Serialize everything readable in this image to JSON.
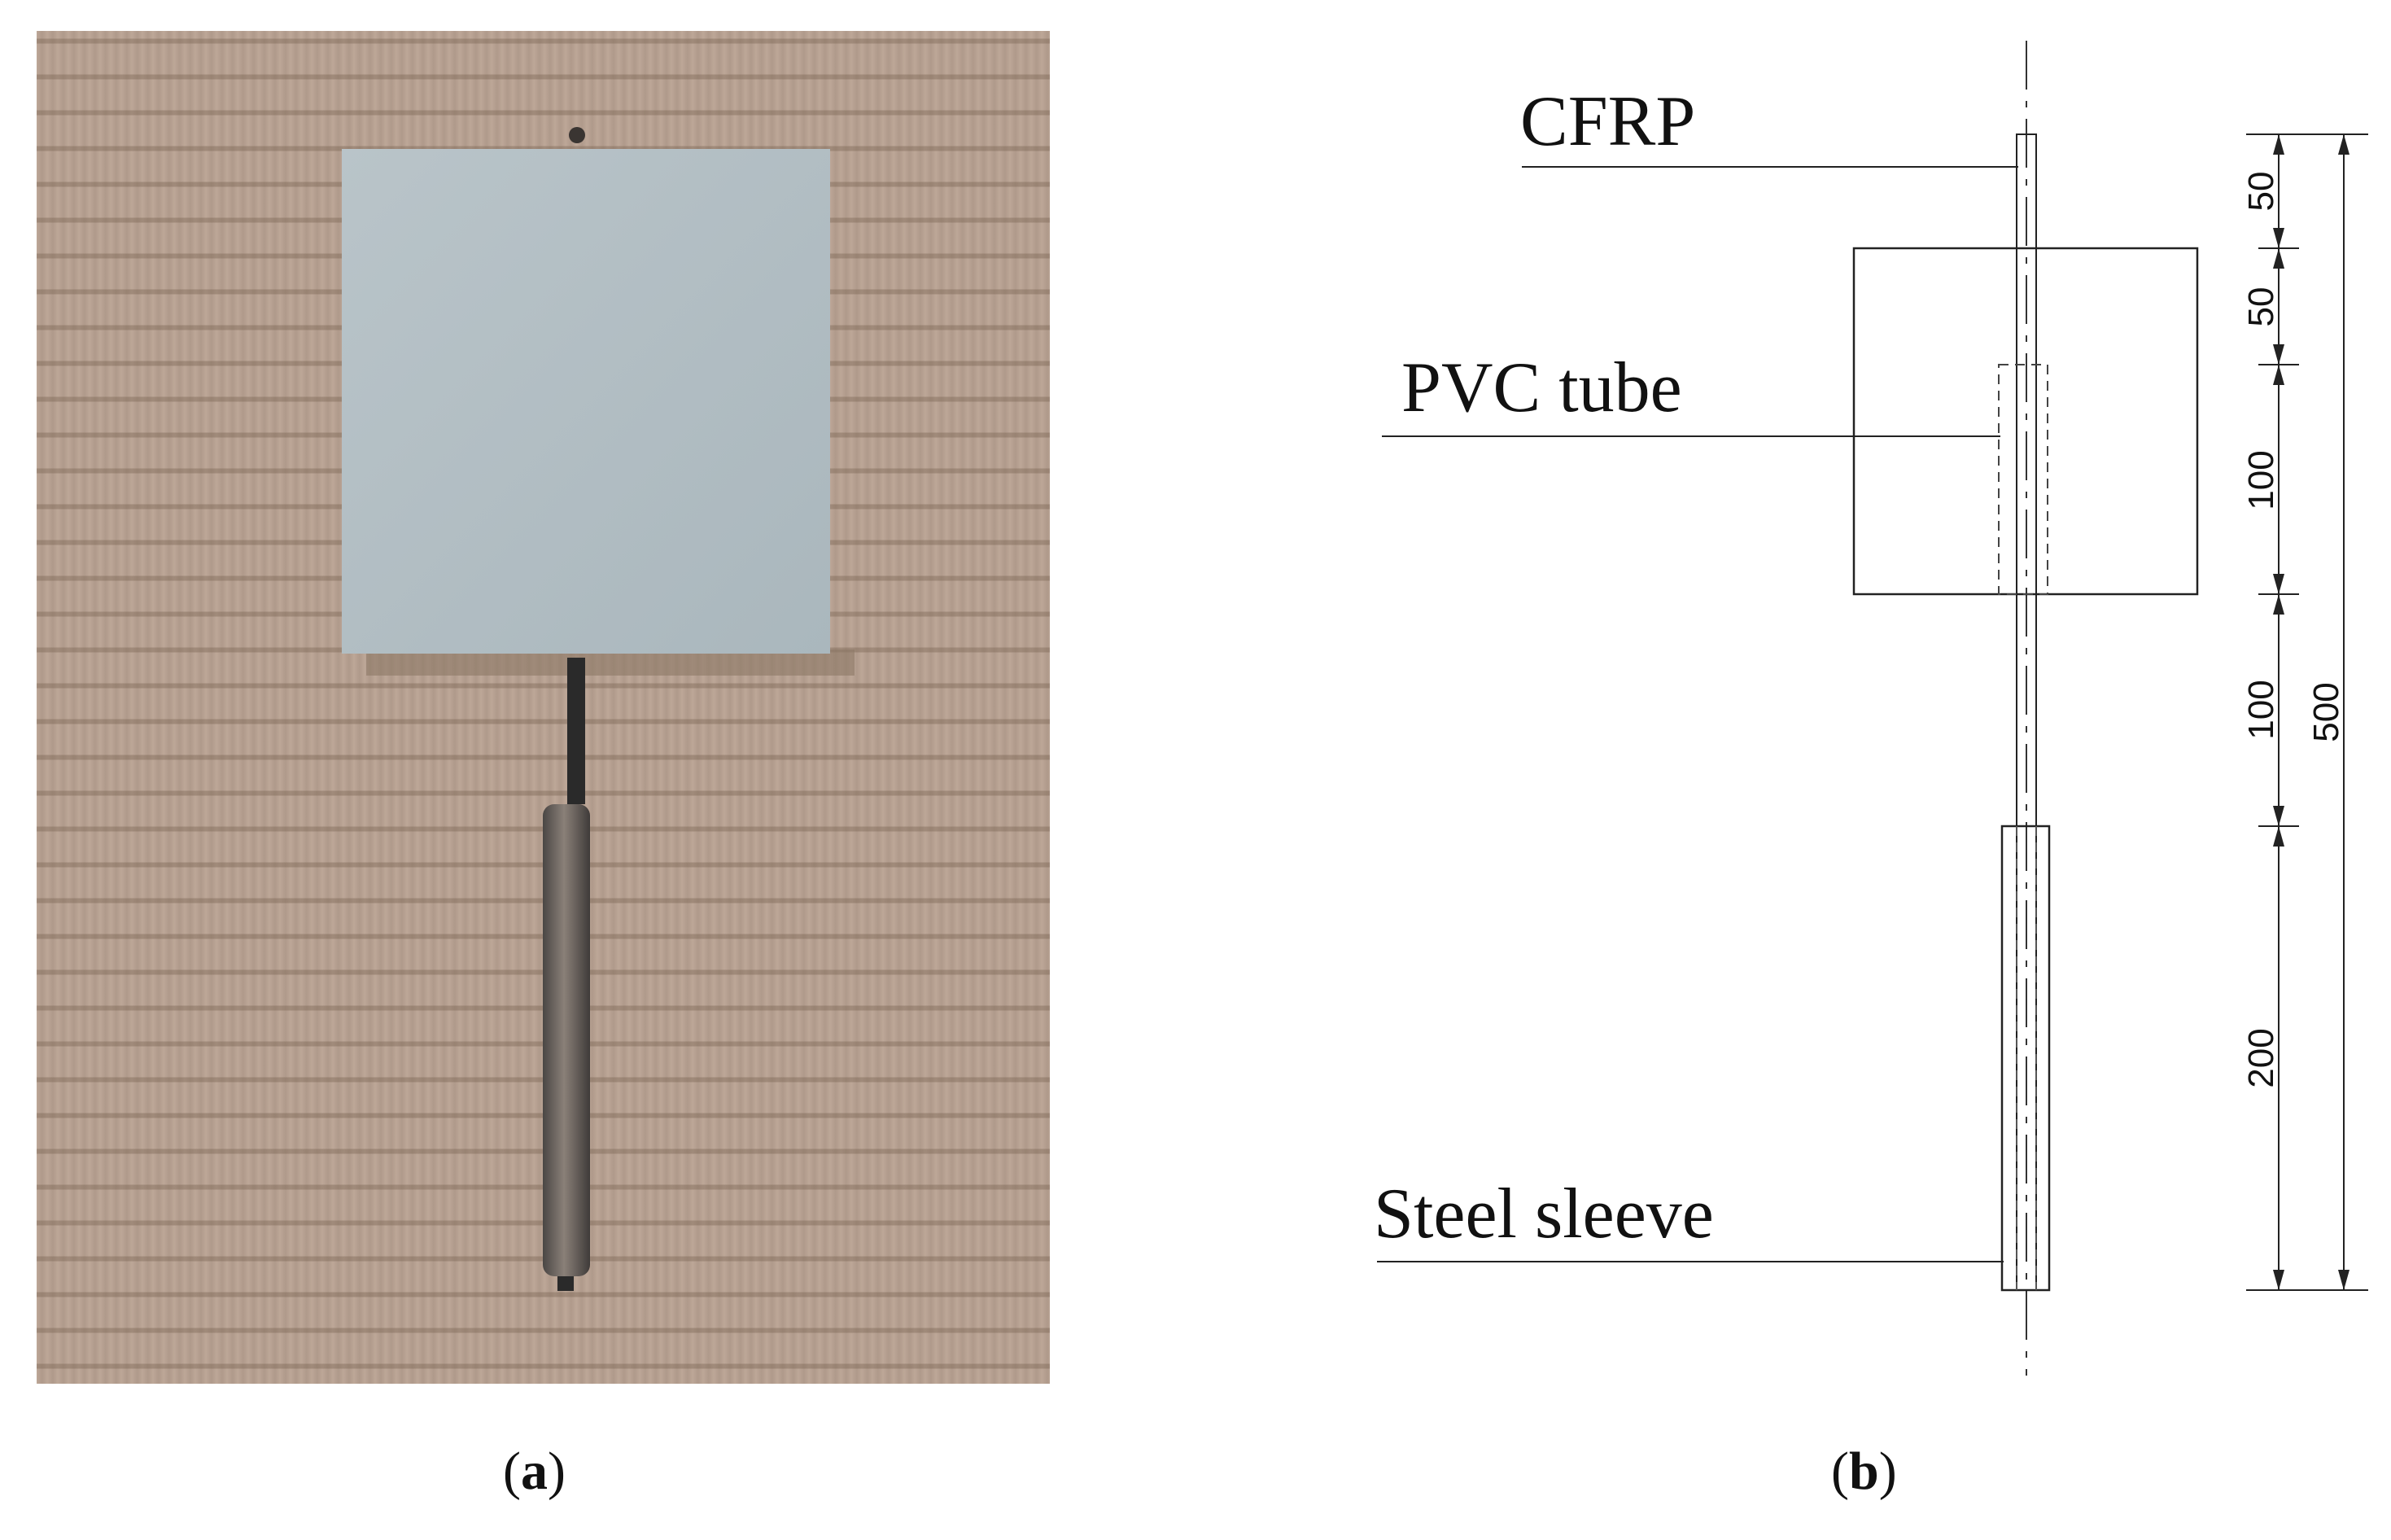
{
  "figure": {
    "panel_a": {
      "caption_open": "(",
      "caption_letter": "a",
      "caption_close": ")"
    },
    "panel_b": {
      "caption_open": "(",
      "caption_letter": "b",
      "caption_close": ")",
      "labels": {
        "cfrp": "CFRP",
        "pvc_tube": "PVC tube",
        "steel_sleeve": "Steel sleeve"
      },
      "dimensions": {
        "top_stub": "50",
        "embed_gap": "50",
        "bond_length": "100",
        "free_length": "100",
        "sleeve_length": "200",
        "total": "500"
      }
    }
  }
}
